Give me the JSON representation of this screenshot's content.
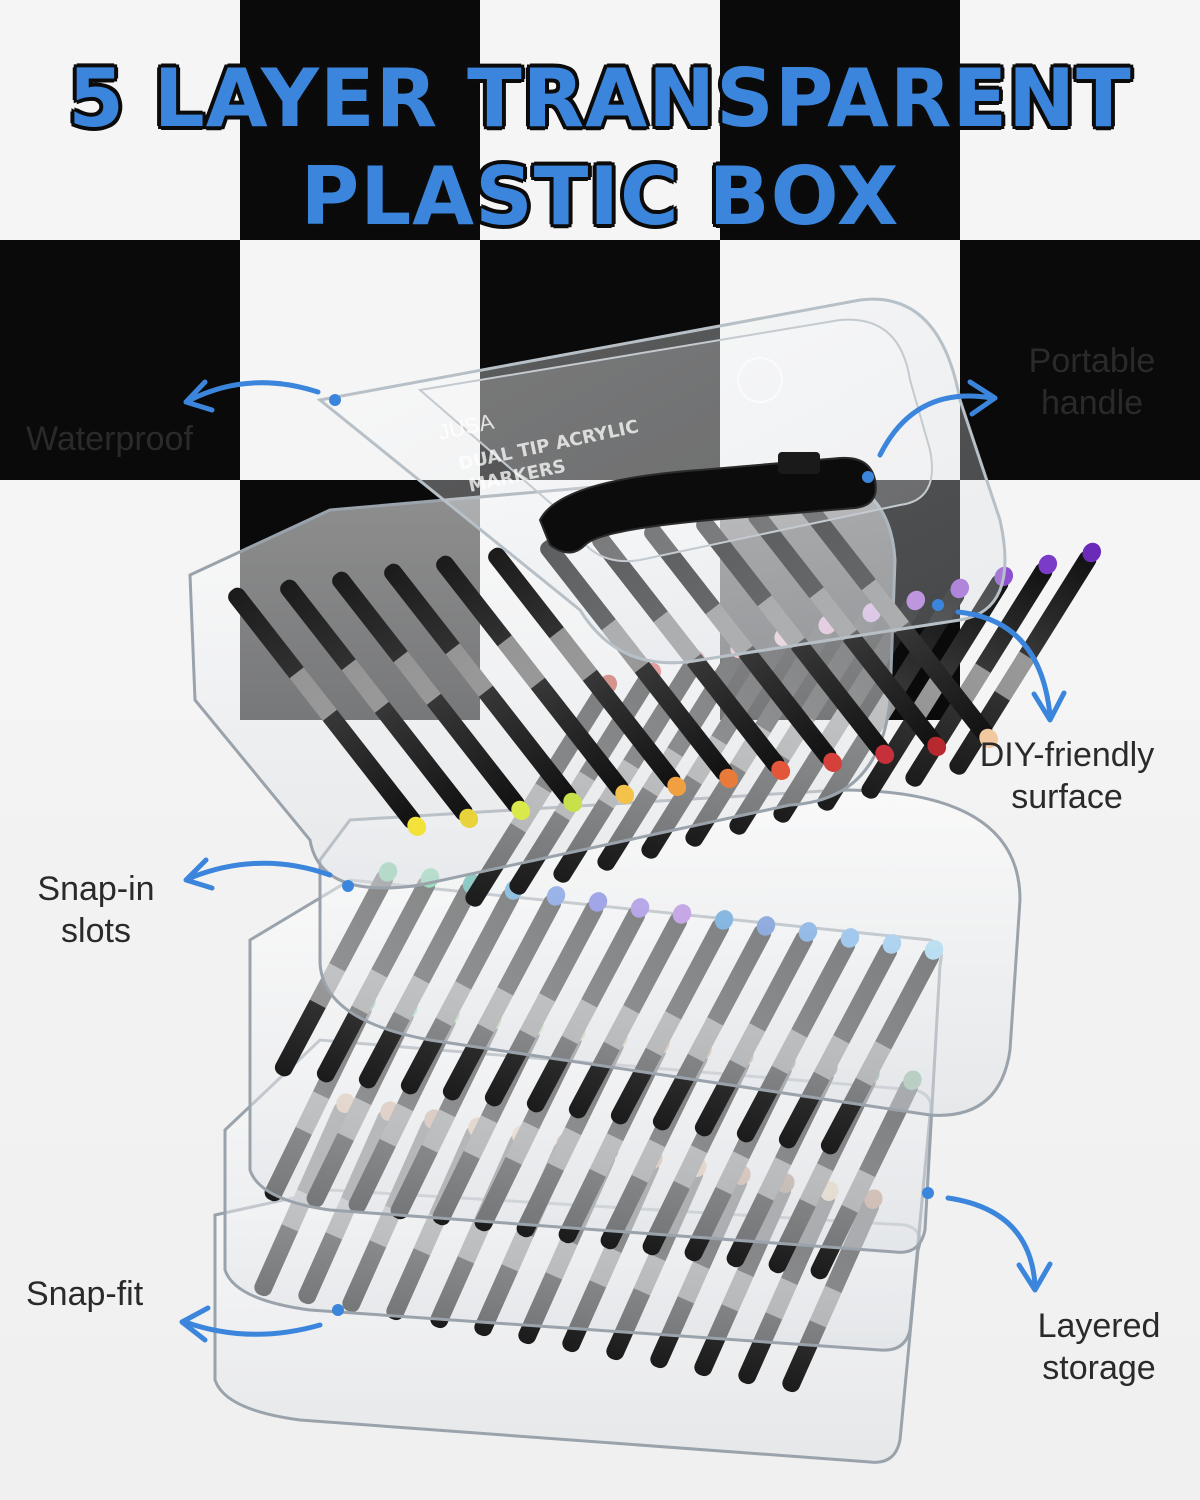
{
  "headline": {
    "line1": "5 LAYER TRANSPARENT",
    "line2": "PLASTIC BOX"
  },
  "callouts": {
    "waterproof": "Waterproof",
    "portable_line1": "Portable",
    "portable_line2": "handle",
    "diy_line1": "DIY-friendly",
    "diy_line2": "surface",
    "snapin_line1": "Snap-in",
    "snapin_line2": "slots",
    "snapfit": "Snap-fit",
    "layered_line1": "Layered",
    "layered_line2": "storage"
  },
  "lid_text": {
    "brand": "JUSA",
    "product_line1": "DUAL TIP ACRYLIC",
    "product_line2": "MARKERS"
  },
  "colors": {
    "accent_blue": "#3b86dc",
    "checker_black": "#0a0a0a"
  },
  "icons": {
    "arrow": "curved-arrow-icon",
    "dot": "callout-dot-icon"
  }
}
